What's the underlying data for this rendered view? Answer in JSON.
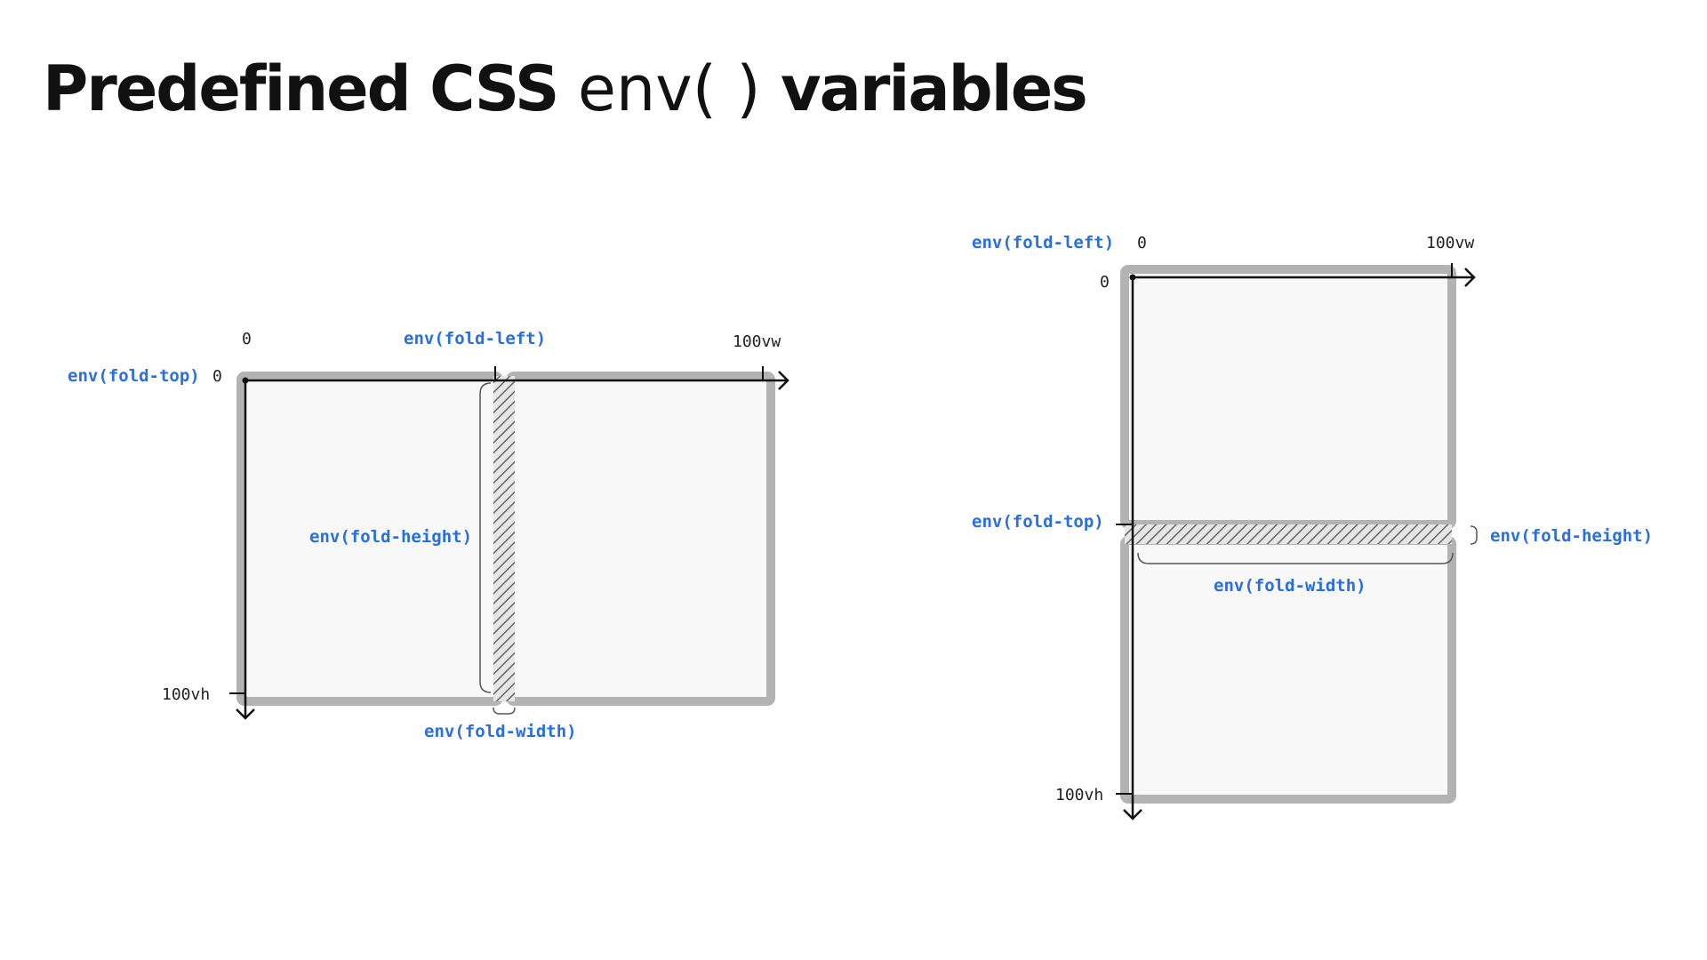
{
  "slide": {
    "title_main": "Predefined CSS",
    "title_code": "env( )",
    "title_tail": "variables"
  },
  "colors": {
    "env_label": "#2a6fdb",
    "frame": "#b3b3b3",
    "screen_fill": "#f8f8f8",
    "axis": "#111111"
  },
  "left_diagram": {
    "x_origin": "0",
    "x_end": "100vw",
    "y_origin": "0",
    "y_end": "100vh",
    "fold_left": "env(fold-left)",
    "fold_top": "env(fold-top)",
    "fold_height": "env(fold-height)",
    "fold_width": "env(fold-width)"
  },
  "right_diagram": {
    "x_origin": "0",
    "x_end": "100vw",
    "y_origin": "0",
    "y_end": "100vh",
    "fold_left": "env(fold-left)",
    "fold_top": "env(fold-top)",
    "fold_height": "env(fold-height)",
    "fold_width": "env(fold-width)"
  }
}
